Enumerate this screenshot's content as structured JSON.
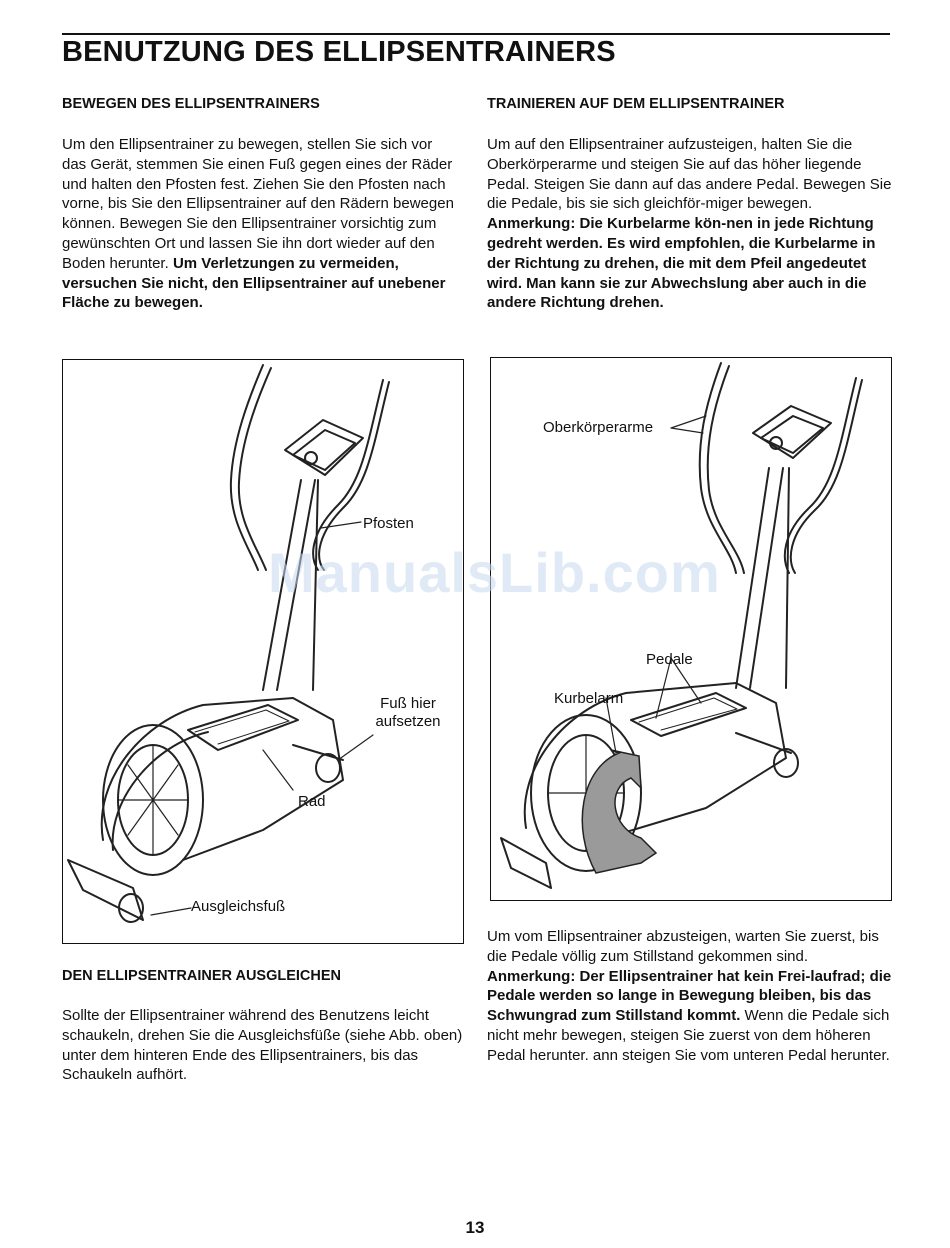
{
  "page": {
    "title": "BENUTZUNG DES ELLIPSENTRAINERS",
    "page_number": "13",
    "watermark": "ManualsLib.com"
  },
  "left": {
    "move_heading": "BEWEGEN DES ELLIPSENTRAINERS",
    "move_text": "Um den Ellipsentrainer zu bewegen, stellen Sie sich vor das Gerät, stemmen Sie einen Fuß gegen eines der Räder und halten den Pfosten fest. Ziehen Sie den Pfosten nach vorne, bis Sie den Ellipsentrainer auf den Rädern bewegen können. Bewegen Sie den Ellipsentrainer vorsichtig zum gewünschten Ort und lassen Sie ihn dort wieder auf den Boden herunter.",
    "move_warning": "Um Verletzungen zu vermeiden, versuchen Sie nicht, den Ellipsentrainer auf unebener Fläche zu bewegen.",
    "figure_labels": {
      "pfosten": "Pfosten",
      "fuss": "Fuß hier aufsetzen",
      "rad": "Rad",
      "ausgleichsfuss": "Ausgleichsfuß"
    },
    "level_heading": "DEN ELLIPSENTRAINER AUSGLEICHEN",
    "level_text": "Sollte der Ellipsentrainer während des Benutzens leicht schaukeln, drehen Sie die Ausgleichsfüße (siehe Abb. oben) unter dem hinteren Ende des Ellipsentrainers, bis das Schaukeln aufhört."
  },
  "right": {
    "train_heading": "TRAINIEREN AUF DEM ELLIPSENTRAINER",
    "train_text": "Um auf den Ellipsentrainer aufzusteigen, halten Sie die Oberkörperarme und steigen Sie auf das höher liegende Pedal. Steigen Sie dann auf das andere Pedal. Bewegen Sie die Pedale, bis sie sich gleichför-miger bewegen.",
    "train_note": "Anmerkung: Die Kurbelarme kön-nen in jede Richtung gedreht werden. Es wird empfohlen, die Kurbelarme in der Richtung zu drehen, die mit dem Pfeil angedeutet wird. Man kann sie zur Abwechslung aber auch in die andere Richtung drehen.",
    "figure_labels": {
      "oberkoerperarme": "Oberkörperarme",
      "pedale": "Pedale",
      "kurbelarm": "Kurbelarm"
    },
    "dismount_text": "Um vom Ellipsentrainer abzusteigen, warten Sie zuerst, bis die Pedale völlig zum Stillstand gekommen sind.",
    "dismount_note": "Anmerkung: Der Ellipsentrainer hat kein Frei-laufrad; die Pedale werden so lange in Bewegung bleiben, bis das Schwungrad zum Stillstand kommt.",
    "dismount_tail": "Wenn die Pedale sich nicht mehr bewegen, steigen Sie zuerst von dem höheren Pedal herunter. ann steigen Sie vom unteren Pedal herunter."
  }
}
